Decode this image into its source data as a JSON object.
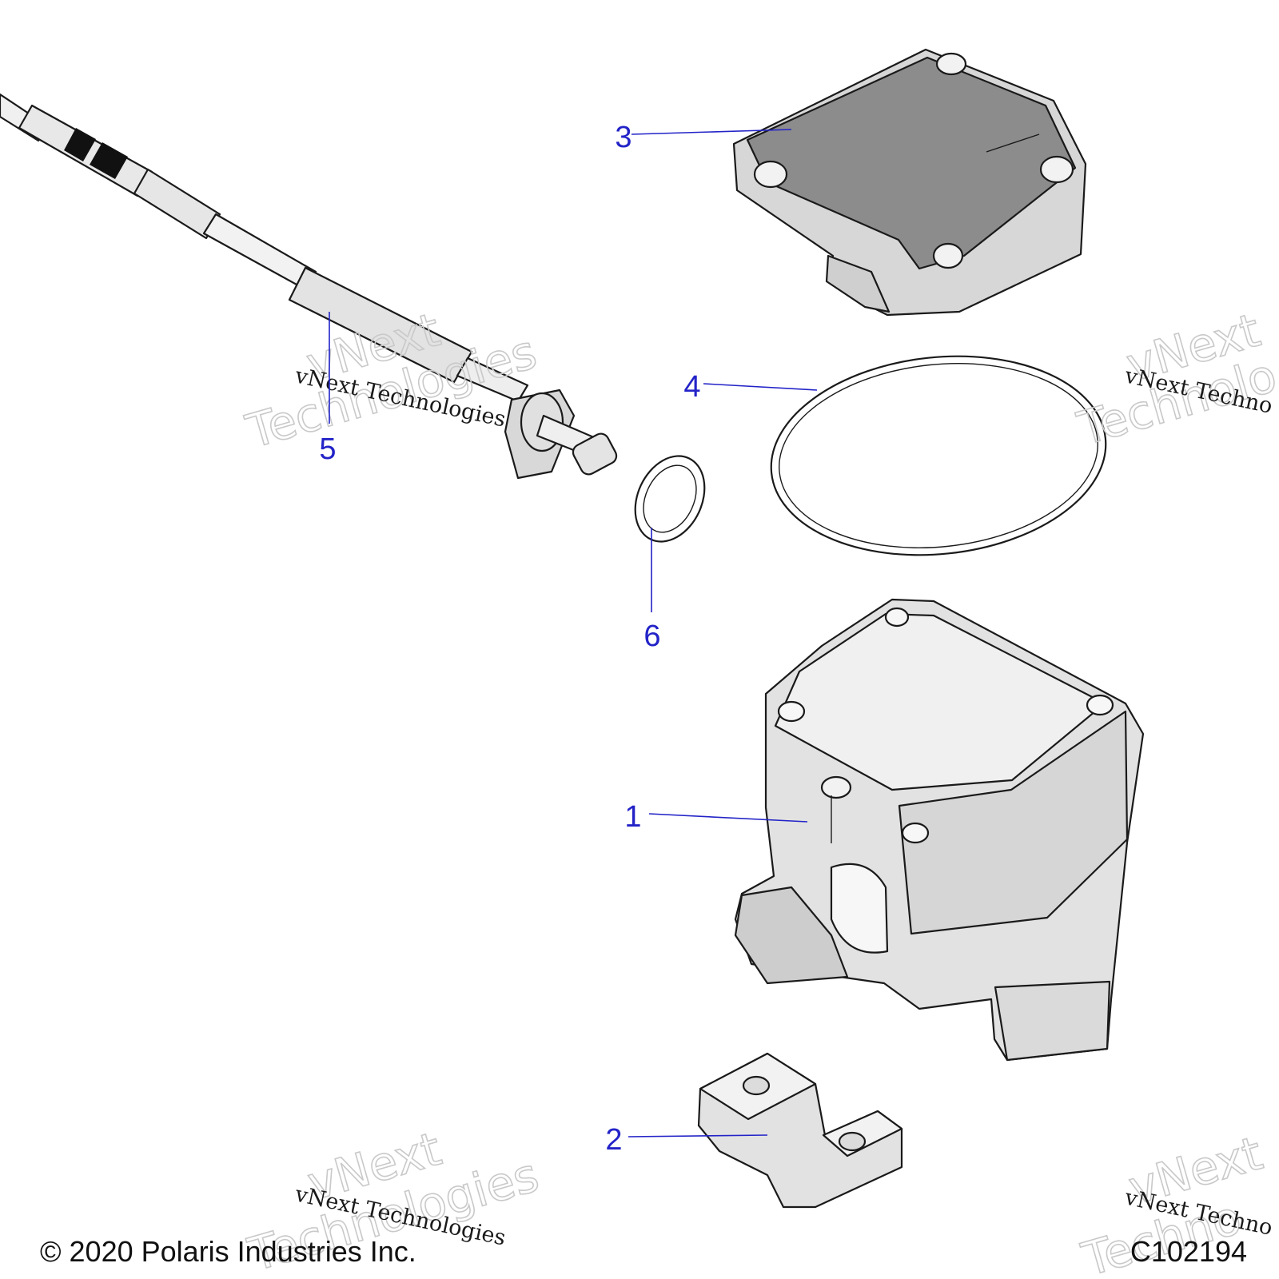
{
  "callouts": [
    {
      "id": "1",
      "label": "1"
    },
    {
      "id": "2",
      "label": "2"
    },
    {
      "id": "3",
      "label": "3"
    },
    {
      "id": "4",
      "label": "4"
    },
    {
      "id": "5",
      "label": "5"
    },
    {
      "id": "6",
      "label": "6"
    }
  ],
  "watermark": {
    "line1": "vNext Technologies",
    "big1": "vNext",
    "big2": "Technologies",
    "right_line1": "vNext Techno",
    "right_big1": "vNext",
    "right_big2": "Technolo",
    "bottom_right_line1": "vNext Techno",
    "bottom_right_big1": "vNext",
    "bottom_right_big2": "Techno"
  },
  "footer": {
    "copyright": "© 2020 Polaris Industries Inc.",
    "figure_code": "C102194"
  },
  "colors": {
    "callout": "#2323c8",
    "line": "#1a1a1a",
    "cover_fill": "#8c8c8c",
    "part_fill": "#e4e4e4"
  }
}
